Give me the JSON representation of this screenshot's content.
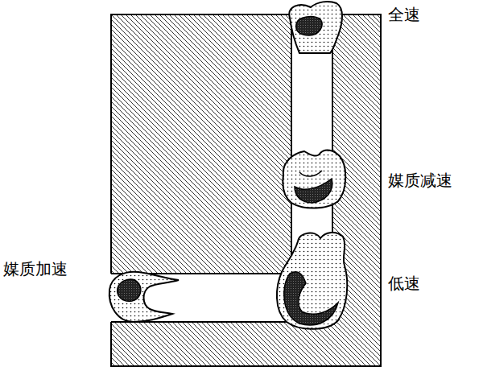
{
  "diagram": {
    "labels": [
      "全速",
      "媒质减速",
      "低速",
      "媒质加速"
    ]
  }
}
